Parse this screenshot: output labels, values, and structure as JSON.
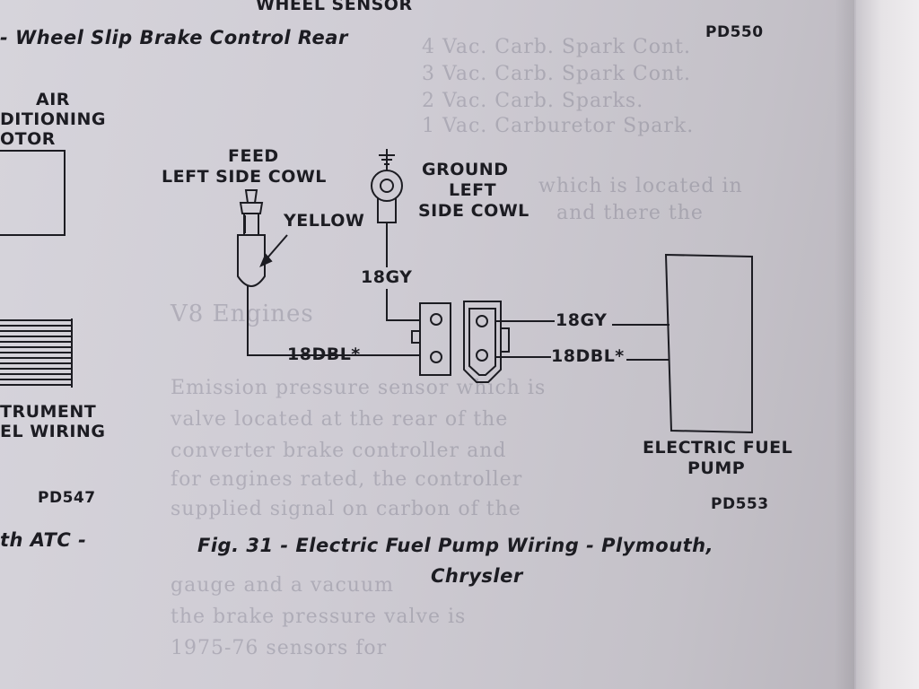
{
  "header": {
    "prev_fig_partial": "WHEEL SENSOR",
    "section_title": "- Wheel Slip Brake Control Rear",
    "code_top_right": "PD550"
  },
  "left_fragment": {
    "ac_motor_lines": [
      "AIR",
      "DITIONING",
      "OTOR"
    ],
    "panel_wiring_lines": [
      "TRUMENT",
      "EL WIRING"
    ],
    "code": "PD547",
    "caption_partial": "th ATC -"
  },
  "diagram": {
    "feed_label": [
      "FEED",
      "LEFT SIDE COWL"
    ],
    "ground_label": [
      "GROUND",
      "LEFT",
      "SIDE COWL"
    ],
    "yellow_label": "YELLOW",
    "wire_18gy_vertical": "18GY",
    "wire_18dbl_left": "18DBL*",
    "wire_18gy_right": "18GY",
    "wire_18dbl_right": "18DBL*",
    "pump_label": [
      "ELECTRIC FUEL",
      "PUMP"
    ],
    "code_bottom_right": "PD553"
  },
  "caption": {
    "line1": "Fig. 31 - Electric Fuel Pump Wiring - Plymouth,",
    "line2": "Chrysler"
  }
}
